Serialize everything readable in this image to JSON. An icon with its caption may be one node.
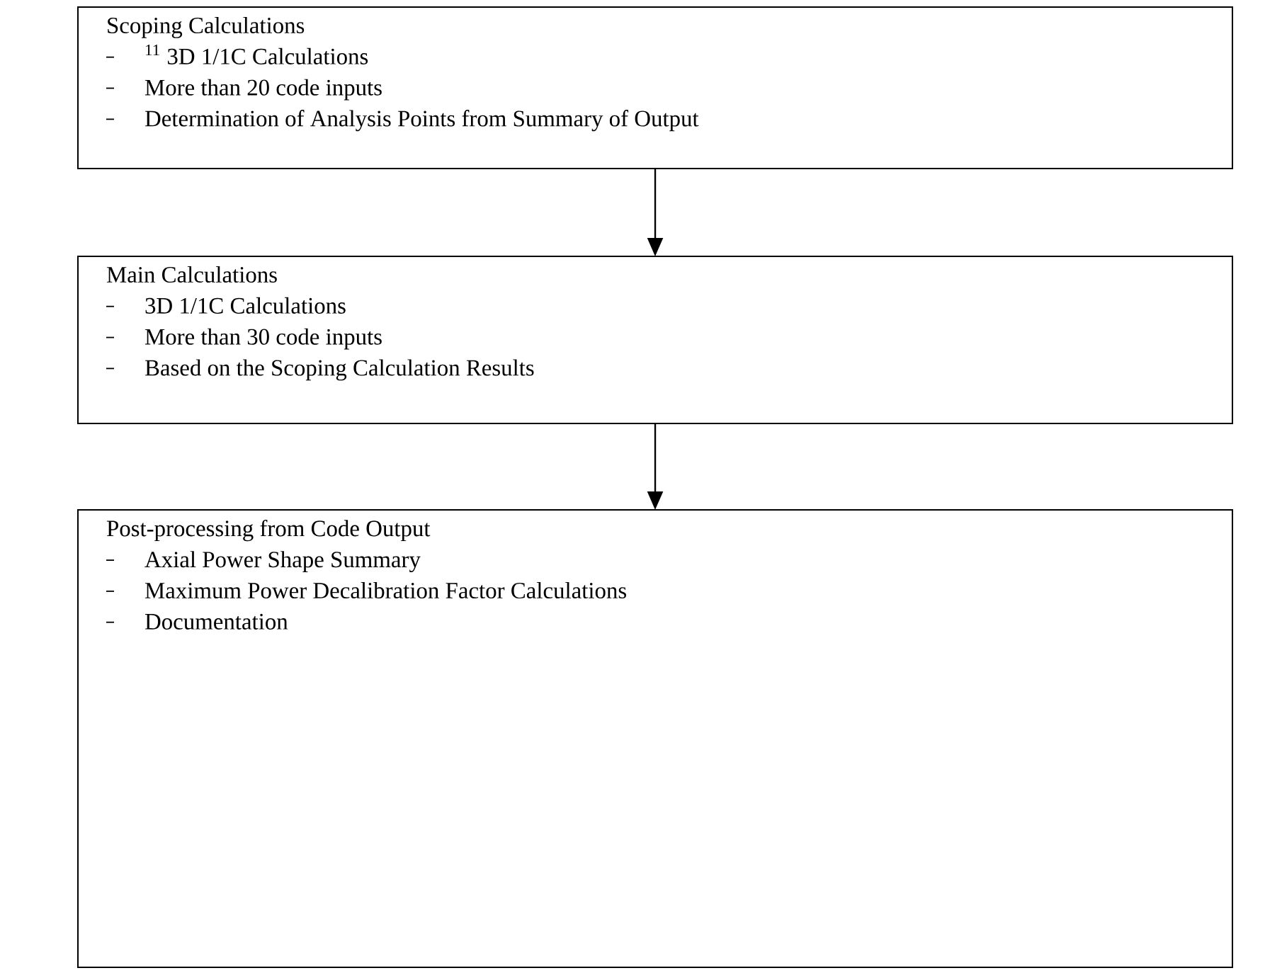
{
  "diagram": {
    "nodes": [
      {
        "text": [
          "Scoping Calculations",
          "$^{11}$ 3D 1/1C Calculations",
          "More than 20 code inputs",
          "Determination of Analysis Points from Summary of Output"
        ]
      },
      {
        "text": [
          "Main Calculations",
          "3D 1/1C Calculations",
          "More than 30 code inputs",
          "Based on the Scoping Calculation Results"
        ]
      },
      {
        "text": [
          "Post-processing from Code Output",
          "Axial Power Shape Summary",
          "Maximum Power Decalibration Factor Calculations",
          "Documentation"
        ]
      }
    ],
    "edges": [
      {
        "from": 0,
        "to": 1,
        "arrow": "to"
      },
      {
        "from": 1,
        "to": 2,
        "arrow": "to"
      }
    ]
  }
}
